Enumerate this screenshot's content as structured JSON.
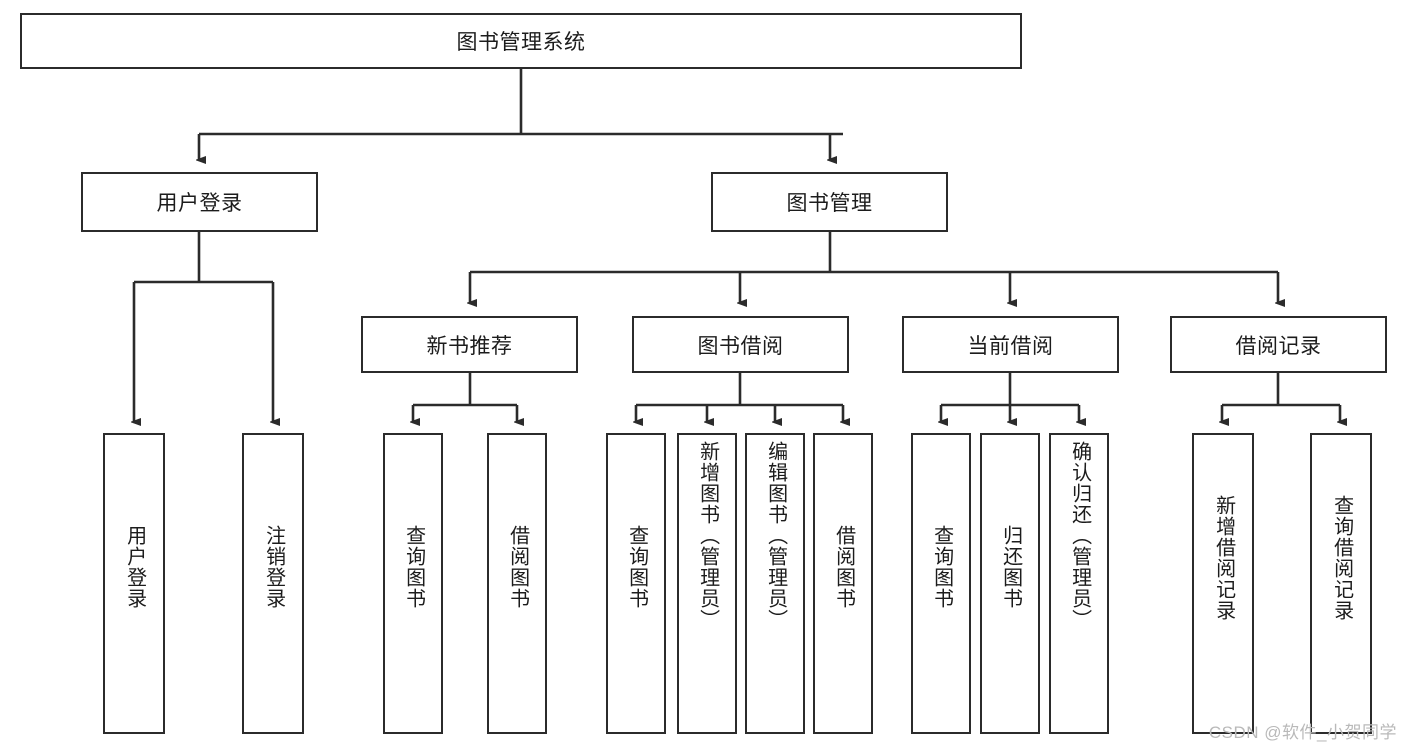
{
  "diagram": {
    "type": "tree-hierarchy",
    "title": "图书管理系统",
    "orientation": "top-down",
    "line_color": "#2b2b2b",
    "box_fill": "#ffffff",
    "text_color": "#1c1c1c",
    "root": {
      "id": "root",
      "label": "图书管理系统"
    },
    "level2": [
      {
        "id": "user-login",
        "label": "用户登录"
      },
      {
        "id": "book-manage",
        "label": "图书管理"
      }
    ],
    "level3": [
      {
        "id": "new-book-rec",
        "label": "新书推荐",
        "parent": "book-manage"
      },
      {
        "id": "book-borrow",
        "label": "图书借阅",
        "parent": "book-manage"
      },
      {
        "id": "current-borrow",
        "label": "当前借阅",
        "parent": "book-manage"
      },
      {
        "id": "borrow-record",
        "label": "借阅记录",
        "parent": "book-manage"
      }
    ],
    "leaves": {
      "user-login": [
        {
          "id": "leaf-user-login",
          "label": "用户登录"
        },
        {
          "id": "leaf-logout",
          "label": "注销登录"
        }
      ],
      "new-book-rec": [
        {
          "id": "leaf-query-book-1",
          "label": "查询图书"
        },
        {
          "id": "leaf-borrow-book-1",
          "label": "借阅图书"
        }
      ],
      "book-borrow": [
        {
          "id": "leaf-query-book-2",
          "label": "查询图书"
        },
        {
          "id": "leaf-add-book",
          "label": "新增图书（管理员）"
        },
        {
          "id": "leaf-edit-book",
          "label": "编辑图书（管理员）"
        },
        {
          "id": "leaf-borrow-book-2",
          "label": "借阅图书"
        }
      ],
      "current-borrow": [
        {
          "id": "leaf-query-book-3",
          "label": "查询图书"
        },
        {
          "id": "leaf-return-book",
          "label": "归还图书"
        },
        {
          "id": "leaf-confirm-return",
          "label": "确认归还（管理员）"
        }
      ],
      "borrow-record": [
        {
          "id": "leaf-add-record",
          "label": "新增借阅记录"
        },
        {
          "id": "leaf-query-record",
          "label": "查询借阅记录"
        }
      ]
    }
  },
  "watermark": {
    "text": "CSDN @软件_小贺同学"
  }
}
